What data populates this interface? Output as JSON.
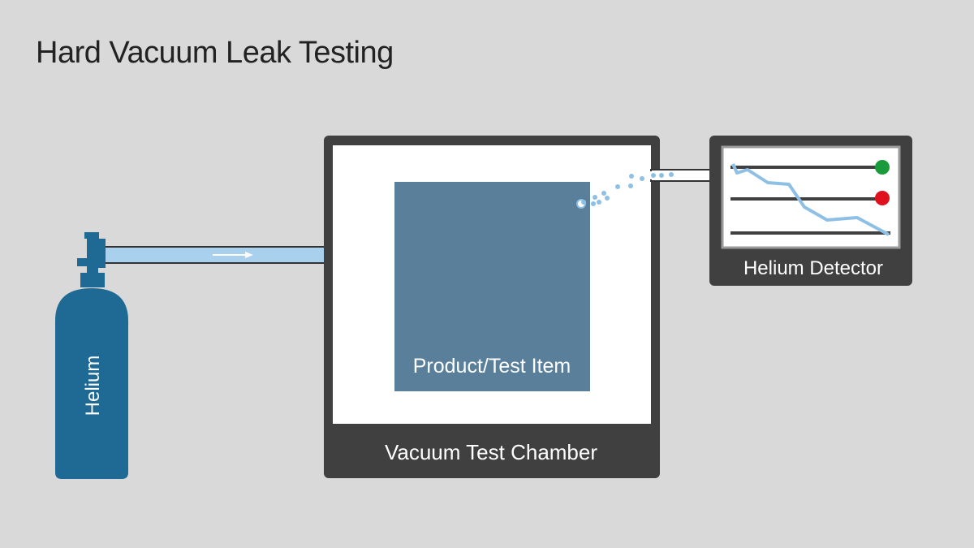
{
  "title": "Hard Vacuum Leak Testing",
  "labels": {
    "cylinder": "Helium",
    "product": "Product/Test Item",
    "chamber": "Vacuum Test Chamber",
    "detector": "Helium Detector"
  },
  "colors": {
    "background": "#d9d9d9",
    "dark_frame": "#404040",
    "cylinder": "#1f6a94",
    "product": "#5a7f9b",
    "gas_line": "#a9d1ee",
    "leak_dots": "#8ec0e6",
    "status_green": "#1a9a3a",
    "status_red": "#e0101e"
  }
}
